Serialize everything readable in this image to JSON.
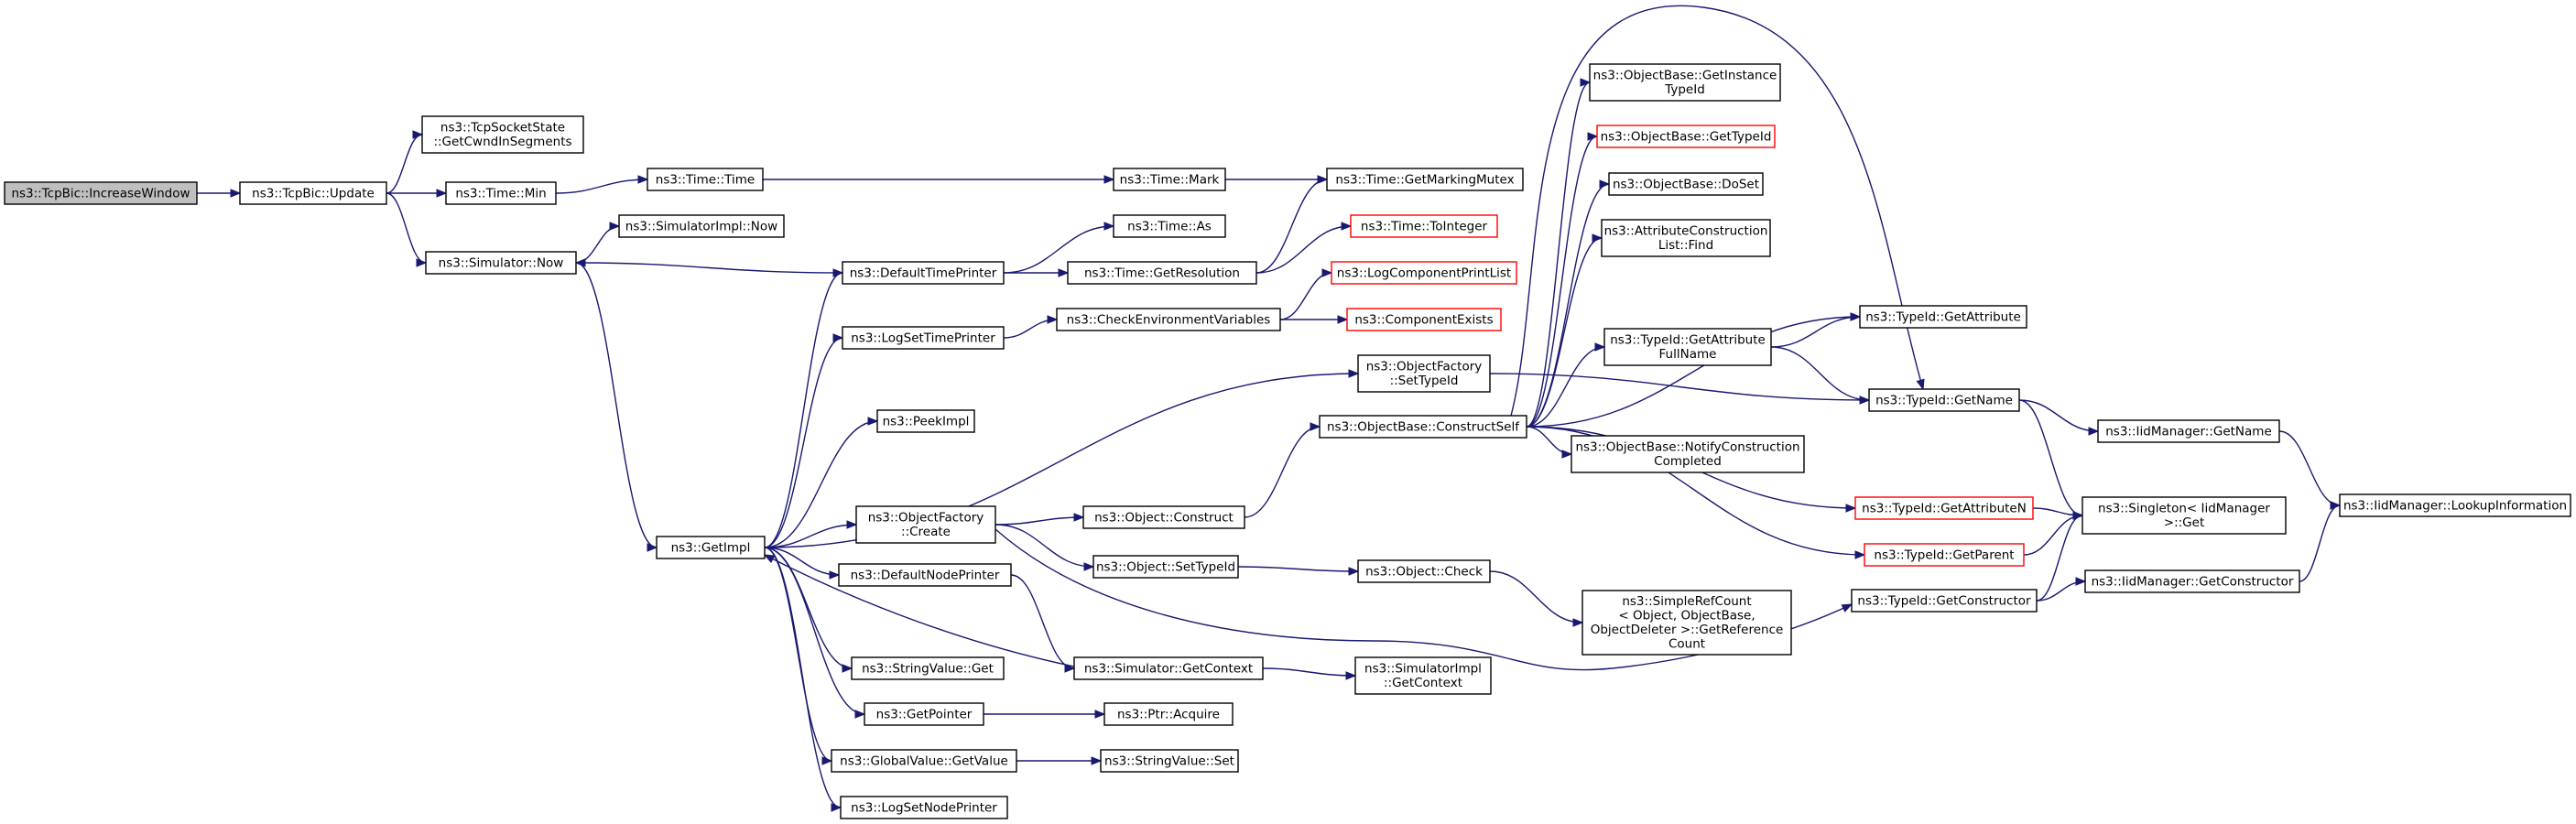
{
  "graph": {
    "colors": {
      "edge": "#191970",
      "root_fill": "#bfbfbf",
      "node_border": "#000000",
      "truncated_border": "#ff0000"
    },
    "nodes": [
      {
        "id": "increase",
        "lines": [
          "ns3::TcpBic::IncreaseWindow"
        ],
        "root": true
      },
      {
        "id": "update",
        "lines": [
          "ns3::TcpBic::Update"
        ]
      },
      {
        "id": "cwnd",
        "lines": [
          "ns3::TcpSocketState",
          "::GetCwndInSegments"
        ]
      },
      {
        "id": "timemin",
        "lines": [
          "ns3::Time::Min"
        ]
      },
      {
        "id": "simnow",
        "lines": [
          "ns3::Simulator::Now"
        ]
      },
      {
        "id": "timetime",
        "lines": [
          "ns3::Time::Time"
        ]
      },
      {
        "id": "simimplnow",
        "lines": [
          "ns3::SimulatorImpl::Now"
        ]
      },
      {
        "id": "timemark",
        "lines": [
          "ns3::Time::Mark"
        ]
      },
      {
        "id": "getmutex",
        "lines": [
          "ns3::Time::GetMarkingMutex"
        ]
      },
      {
        "id": "timeas",
        "lines": [
          "ns3::Time::As"
        ]
      },
      {
        "id": "defprinter",
        "lines": [
          "ns3::DefaultTimePrinter"
        ]
      },
      {
        "id": "getres",
        "lines": [
          "ns3::Time::GetResolution"
        ]
      },
      {
        "id": "tointeger",
        "lines": [
          "ns3::Time::ToInteger"
        ],
        "truncated": true
      },
      {
        "id": "logprintlist",
        "lines": [
          "ns3::LogComponentPrintList"
        ],
        "truncated": true
      },
      {
        "id": "checkenv",
        "lines": [
          "ns3::CheckEnvironmentVariables"
        ]
      },
      {
        "id": "compexists",
        "lines": [
          "ns3::ComponentExists"
        ],
        "truncated": true
      },
      {
        "id": "logsettime",
        "lines": [
          "ns3::LogSetTimePrinter"
        ]
      },
      {
        "id": "ofsettypeid",
        "lines": [
          "ns3::ObjectFactory",
          "::SetTypeId"
        ]
      },
      {
        "id": "peekimpl",
        "lines": [
          "ns3::PeekImpl"
        ]
      },
      {
        "id": "getimpl",
        "lines": [
          "ns3::GetImpl"
        ]
      },
      {
        "id": "ofcreate",
        "lines": [
          "ns3::ObjectFactory",
          "::Create"
        ]
      },
      {
        "id": "defnodeprinter",
        "lines": [
          "ns3::DefaultNodePrinter"
        ]
      },
      {
        "id": "strvalget",
        "lines": [
          "ns3::StringValue::Get"
        ]
      },
      {
        "id": "getpointer",
        "lines": [
          "ns3::GetPointer"
        ]
      },
      {
        "id": "gvgetvalue",
        "lines": [
          "ns3::GlobalValue::GetValue"
        ]
      },
      {
        "id": "logsetnode",
        "lines": [
          "ns3::LogSetNodePrinter"
        ]
      },
      {
        "id": "objconstruct",
        "lines": [
          "ns3::Object::Construct"
        ]
      },
      {
        "id": "objsettypeid",
        "lines": [
          "ns3::Object::SetTypeId"
        ]
      },
      {
        "id": "simgetctx",
        "lines": [
          "ns3::Simulator::GetContext"
        ]
      },
      {
        "id": "ptracquire",
        "lines": [
          "ns3::Ptr::Acquire"
        ]
      },
      {
        "id": "strvalset",
        "lines": [
          "ns3::StringValue::Set"
        ]
      },
      {
        "id": "obconstructself",
        "lines": [
          "ns3::ObjectBase::ConstructSelf"
        ]
      },
      {
        "id": "objcheck",
        "lines": [
          "ns3::Object::Check"
        ]
      },
      {
        "id": "simimplgetctx",
        "lines": [
          "ns3::SimulatorImpl",
          "::GetContext"
        ]
      },
      {
        "id": "getinstancetypeid",
        "lines": [
          "ns3::ObjectBase::GetInstance",
          "TypeId"
        ]
      },
      {
        "id": "obgettypeid",
        "lines": [
          "ns3::ObjectBase::GetTypeId"
        ],
        "truncated": true
      },
      {
        "id": "obdoset",
        "lines": [
          "ns3::ObjectBase::DoSet"
        ]
      },
      {
        "id": "attrconstfind",
        "lines": [
          "ns3::AttributeConstruction",
          "List::Find"
        ]
      },
      {
        "id": "tidgetattrfull",
        "lines": [
          "ns3::TypeId::GetAttribute",
          "FullName"
        ]
      },
      {
        "id": "obnotify",
        "lines": [
          "ns3::ObjectBase::NotifyConstruction",
          "Completed"
        ]
      },
      {
        "id": "simplerefcount",
        "lines": [
          "ns3::SimpleRefCount",
          "< Object, ObjectBase,",
          "ObjectDeleter >::GetReference",
          "Count"
        ]
      },
      {
        "id": "tidgetattribute",
        "lines": [
          "ns3::TypeId::GetAttribute"
        ]
      },
      {
        "id": "tidgetname",
        "lines": [
          "ns3::TypeId::GetName"
        ]
      },
      {
        "id": "tidgetattrn",
        "lines": [
          "ns3::TypeId::GetAttributeN"
        ],
        "truncated": true
      },
      {
        "id": "tidgetparent",
        "lines": [
          "ns3::TypeId::GetParent"
        ],
        "truncated": true
      },
      {
        "id": "tidgetconstructor",
        "lines": [
          "ns3::TypeId::GetConstructor"
        ]
      },
      {
        "id": "iidgetname",
        "lines": [
          "ns3::IidManager::GetName"
        ]
      },
      {
        "id": "singletonget",
        "lines": [
          "ns3::Singleton< IidManager",
          ">::Get"
        ]
      },
      {
        "id": "iidgetconstructor",
        "lines": [
          "ns3::IidManager::GetConstructor"
        ]
      },
      {
        "id": "iidlookup",
        "lines": [
          "ns3::IidManager::LookupInformation"
        ]
      }
    ],
    "edges": [
      [
        "increase",
        "update"
      ],
      [
        "update",
        "cwnd"
      ],
      [
        "update",
        "timemin"
      ],
      [
        "update",
        "simnow"
      ],
      [
        "timemin",
        "timetime"
      ],
      [
        "timetime",
        "timemark"
      ],
      [
        "timemark",
        "getmutex"
      ],
      [
        "simnow",
        "simimplnow"
      ],
      [
        "simnow",
        "getimpl"
      ],
      [
        "defprinter",
        "simnow"
      ],
      [
        "defprinter",
        "timeas"
      ],
      [
        "defprinter",
        "getres"
      ],
      [
        "getres",
        "getmutex"
      ],
      [
        "getres",
        "tointeger"
      ],
      [
        "checkenv",
        "logprintlist"
      ],
      [
        "checkenv",
        "compexists"
      ],
      [
        "logsettime",
        "checkenv"
      ],
      [
        "getimpl",
        "defprinter"
      ],
      [
        "getimpl",
        "logsettime"
      ],
      [
        "getimpl",
        "peekimpl"
      ],
      [
        "getimpl",
        "ofsettypeid"
      ],
      [
        "getimpl",
        "ofcreate"
      ],
      [
        "getimpl",
        "defnodeprinter"
      ],
      [
        "getimpl",
        "strvalget"
      ],
      [
        "getimpl",
        "getpointer"
      ],
      [
        "getimpl",
        "gvgetvalue"
      ],
      [
        "getimpl",
        "logsetnode"
      ],
      [
        "defnodeprinter",
        "simgetctx"
      ],
      [
        "simgetctx",
        "getimpl"
      ],
      [
        "simgetctx",
        "simimplgetctx"
      ],
      [
        "ofcreate",
        "objconstruct"
      ],
      [
        "ofcreate",
        "objsettypeid"
      ],
      [
        "ofcreate",
        "tidgetconstructor"
      ],
      [
        "objconstruct",
        "obconstructself"
      ],
      [
        "objsettypeid",
        "objcheck"
      ],
      [
        "objcheck",
        "simplerefcount"
      ],
      [
        "getpointer",
        "ptracquire"
      ],
      [
        "gvgetvalue",
        "strvalset"
      ],
      [
        "ofsettypeid",
        "tidgetname"
      ],
      [
        "obconstructself",
        "getinstancetypeid"
      ],
      [
        "obconstructself",
        "obgettypeid"
      ],
      [
        "obconstructself",
        "obdoset"
      ],
      [
        "obconstructself",
        "attrconstfind"
      ],
      [
        "obconstructself",
        "tidgetattribute"
      ],
      [
        "obconstructself",
        "tidgetattrfull"
      ],
      [
        "obconstructself",
        "tidgetname"
      ],
      [
        "obconstructself",
        "obnotify"
      ],
      [
        "obconstructself",
        "tidgetattrn"
      ],
      [
        "obconstructself",
        "tidgetparent"
      ],
      [
        "tidgetattrfull",
        "tidgetattribute"
      ],
      [
        "tidgetattrfull",
        "tidgetname"
      ],
      [
        "tidgetname",
        "iidgetname"
      ],
      [
        "tidgetname",
        "singletonget"
      ],
      [
        "tidgetattrn",
        "singletonget"
      ],
      [
        "tidgetparent",
        "singletonget"
      ],
      [
        "tidgetconstructor",
        "singletonget"
      ],
      [
        "tidgetconstructor",
        "iidgetconstructor"
      ],
      [
        "iidgetname",
        "iidlookup"
      ],
      [
        "iidgetconstructor",
        "iidlookup"
      ]
    ]
  }
}
